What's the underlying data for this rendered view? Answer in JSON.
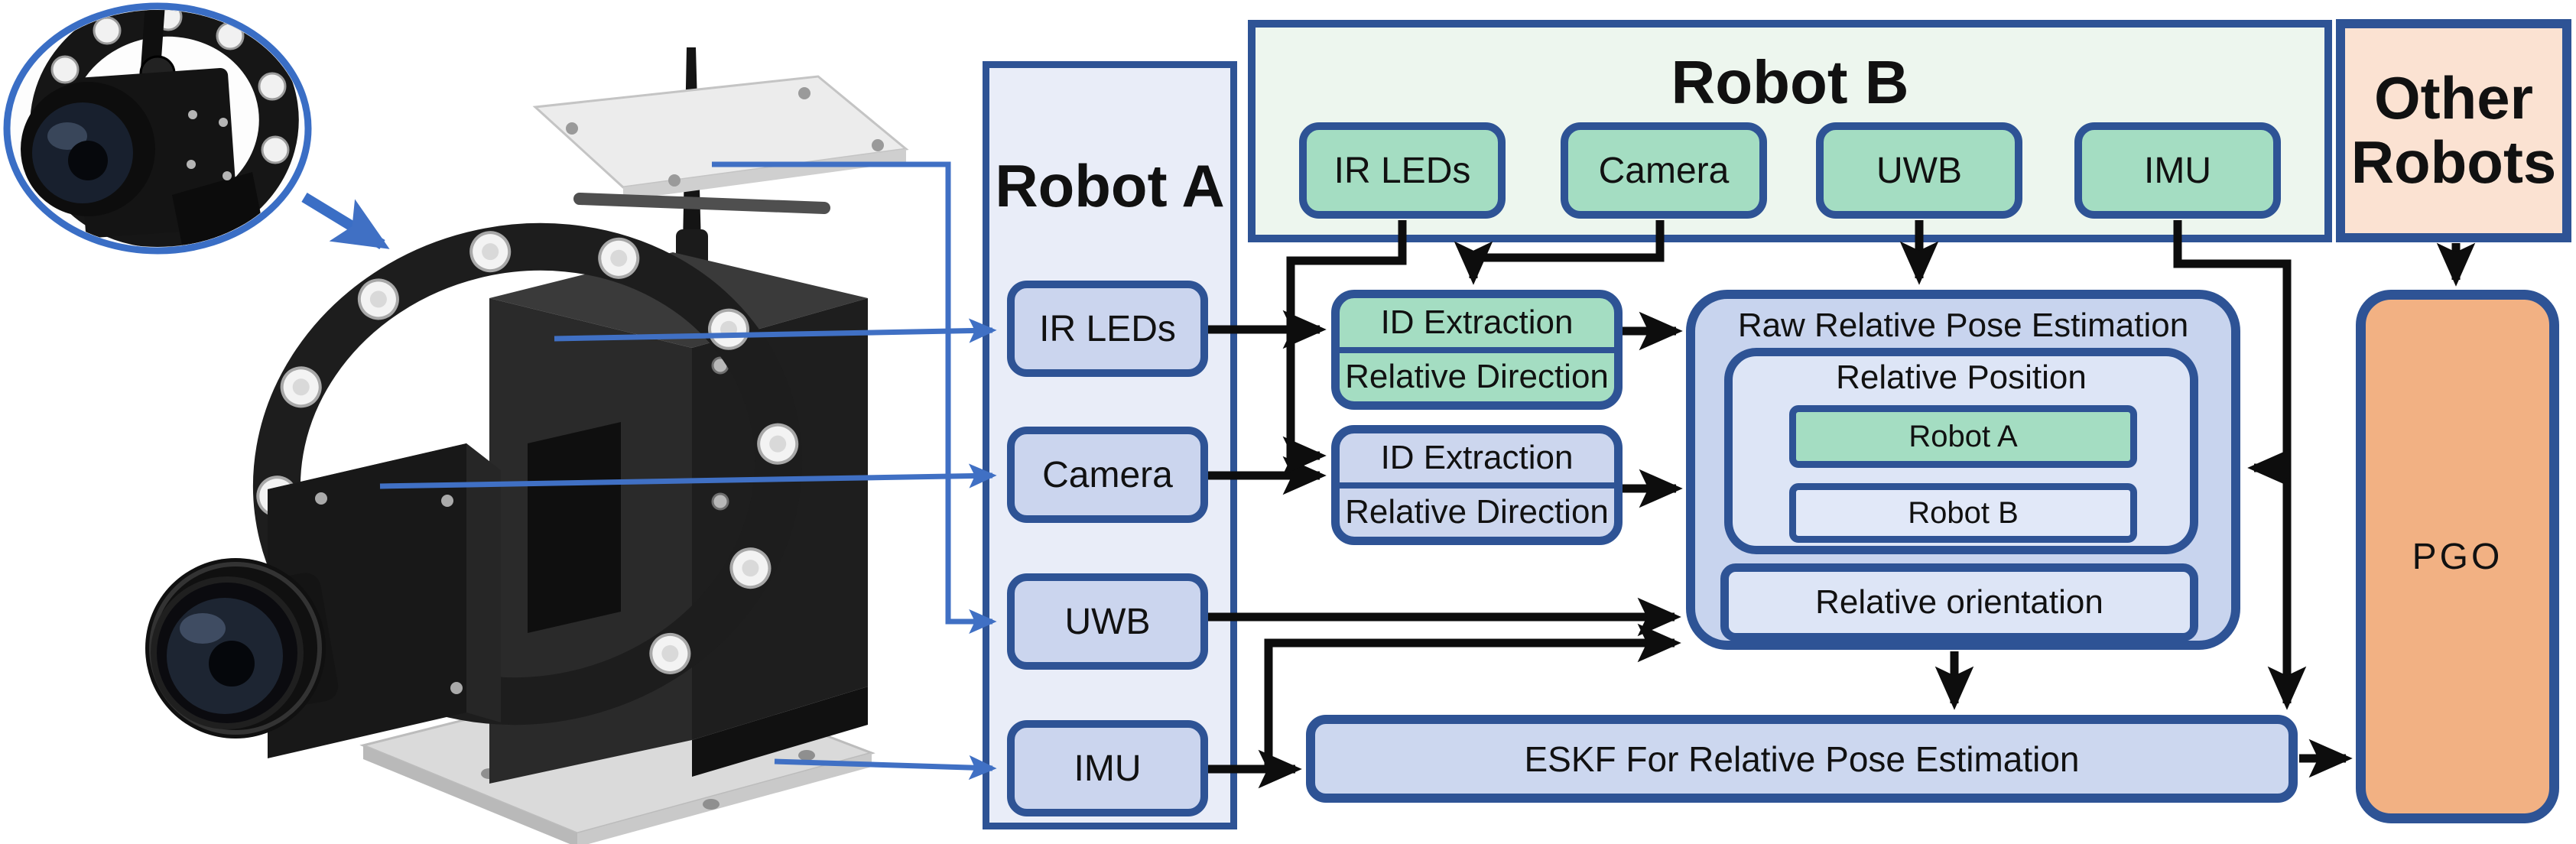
{
  "panels": {
    "robot_a": {
      "title": "Robot A",
      "items": [
        "IR LEDs",
        "Camera",
        "UWB",
        "IMU"
      ]
    },
    "robot_b": {
      "title": "Robot B",
      "items": [
        "IR LEDs",
        "Camera",
        "UWB",
        "IMU"
      ]
    },
    "other_robots": {
      "title": "Other Robots",
      "lines": [
        "Other",
        "Robots"
      ]
    }
  },
  "blocks": {
    "id_extraction_top": {
      "rows": [
        "ID Extraction",
        "Relative Direction"
      ]
    },
    "id_extraction_bottom": {
      "rows": [
        "ID Extraction",
        "Relative Direction"
      ]
    },
    "raw_pose": {
      "title": "Raw Relative Pose Estimation",
      "relative_position": {
        "title": "Relative Position",
        "bars": [
          "Robot A",
          "Robot B"
        ]
      },
      "relative_orientation": "Relative orientation"
    },
    "eskf": {
      "label": "ESKF For Relative Pose Estimation"
    },
    "pgo": {
      "label": "PGO"
    }
  },
  "illustrations": {
    "inset": "camera-module-photo",
    "main": "robot-sensor-assembly-render"
  },
  "colors": {
    "border": "#2e5395",
    "green_box": "#a4ddc2",
    "blue_box": "#cbd5ee",
    "panel_a": "#e9edf8",
    "panel_b": "#edf6ee",
    "panel_other": "#fbe2d2",
    "raw_box": "#c8d4ee",
    "inner_box": "#dde5f6",
    "eskf_box": "#ccd7ef",
    "pgo_box": "#f2b183",
    "connector": "#0d0d0d",
    "callout": "#4070c4"
  }
}
